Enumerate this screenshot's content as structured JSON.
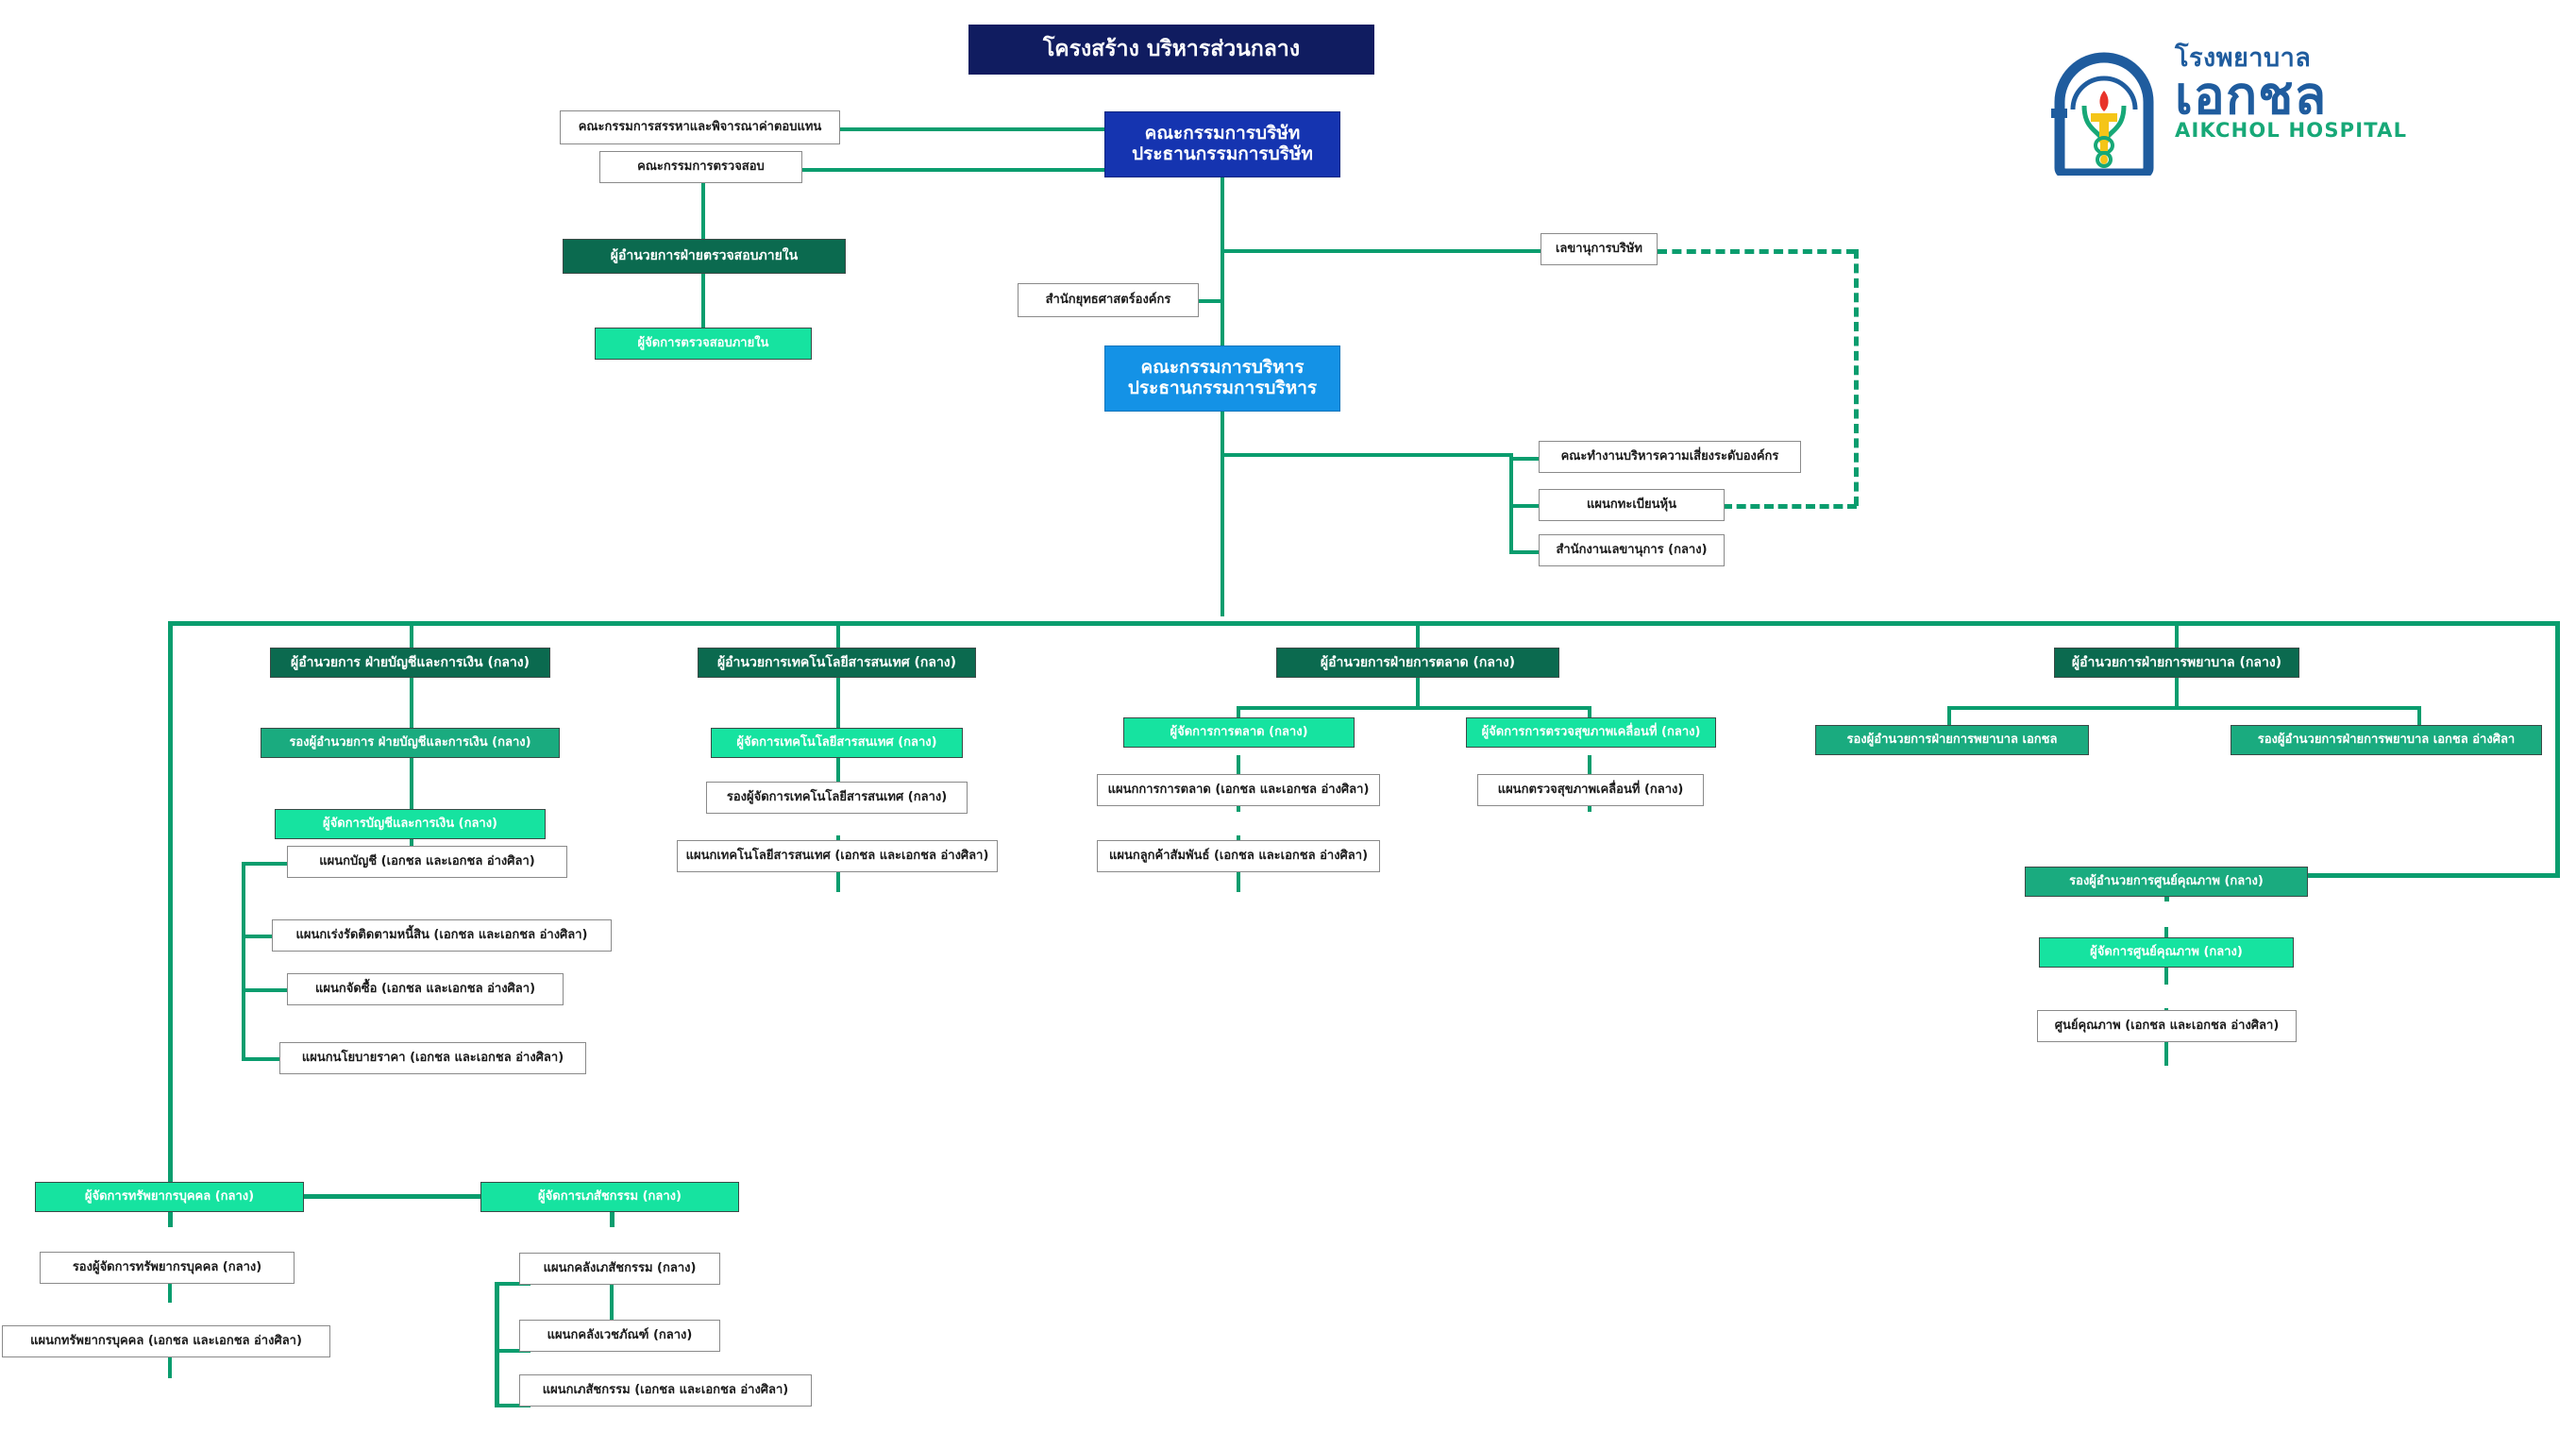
{
  "page": {
    "title": "โครงสร้าง บริหารส่วนกลาง",
    "accent_green": "#0a9d6e",
    "dark_green": "#0b6a4f",
    "mid_green": "#1aab7f",
    "light_green": "#16e3a0",
    "board_blue": "#1534b0",
    "exec_blue": "#1492e6",
    "title_navy": "#101c60"
  },
  "logo": {
    "thai_line1": "โรงพยาบาล",
    "thai_line2": "เอกชล",
    "english": "AIKCHOL HOSPITAL",
    "mark_name": "aikchol-caduceus-arch-mark"
  },
  "nodes": {
    "nomination_committee": "คณะกรรมการสรรหาและพิจารณาค่าตอบแทน",
    "audit_committee": "คณะกรรมการตรวจสอบ",
    "internal_audit_director": "ผู้อำนวยการฝ่ายตรวจสอบภายใน",
    "internal_audit_manager": "ผู้จัดการตรวจสอบภายใน",
    "board_of_directors": "คณะกรรมการบริษัท\nประธานกรรมการบริษัท",
    "board_line1": "คณะกรรมการบริษัท",
    "board_line2": "ประธานกรรมการบริษัท",
    "corporate_strategy_office": "สำนักยุทธศาสตร์องค์กร",
    "company_secretary": "เลขานุการบริษัท",
    "executive_committee_line1": "คณะกรรมการบริหาร",
    "executive_committee_line2": "ประธานกรรมการบริหาร",
    "risk_management_working_group": "คณะทำงานบริหารความเสี่ยงระดับองค์กร",
    "share_registrar_dept": "แผนกทะเบียนหุ้น",
    "secretariat_office_central": "สำนักงานเลขานุการ (กลาง)",
    "finance_director": "ผู้อำนวยการ ฝ่ายบัญชีและการเงิน (กลาง)",
    "finance_deputy_director": "รองผู้อำนวยการ ฝ่ายบัญชีและการเงิน (กลาง)",
    "finance_manager": "ผู้จัดการบัญชีและการเงิน (กลาง)",
    "accounting_dept": "แผนกบัญชี (เอกชล และเอกชล อ่างศิลา)",
    "debt_collection_dept": "แผนกเร่งรัดติดตามหนี้สิน (เอกชล และเอกชล อ่างศิลา)",
    "procurement_dept": "แผนกจัดซื้อ (เอกชล และเอกชล อ่างศิลา)",
    "pricing_policy_dept": "แผนกนโยบายราคา (เอกชล และเอกชล อ่างศิลา)",
    "it_director": "ผู้อำนวยการเทคโนโลยีสารสนเทศ (กลาง)",
    "it_manager": "ผู้จัดการเทคโนโลยีสารสนเทศ (กลาง)",
    "it_deputy_manager": "รองผู้จัดการเทคโนโลยีสารสนเทศ (กลาง)",
    "it_dept": "แผนกเทคโนโลยีสารสนเทศ (เอกชล และเอกชล อ่างศิลา)",
    "marketing_director": "ผู้อำนวยการฝ่ายการตลาด (กลาง)",
    "marketing_manager": "ผู้จัดการการตลาด (กลาง)",
    "mobile_health_check_manager": "ผู้จัดการการตรวจสุขภาพเคลื่อนที่ (กลาง)",
    "marketing_dept": "แผนกการการตลาด (เอกชล และเอกชล อ่างศิลา)",
    "customer_relations_dept": "แผนกลูกค้าสัมพันธ์ (เอกชล และเอกชล อ่างศิลา)",
    "mobile_health_check_dept": "แผนกตรวจสุขภาพเคลื่อนที่ (กลาง)",
    "nursing_director": "ผู้อำนวยการฝ่ายการพยาบาล (กลาง)",
    "nursing_deputy_aikchol": "รองผู้อำนวยการฝ่ายการพยาบาล เอกชล",
    "nursing_deputy_angsila": "รองผู้อำนวยการฝ่ายการพยาบาล เอกชล อ่างศิลา",
    "quality_deputy_director": "รองผู้อำนวยการศูนย์คุณภาพ (กลาง)",
    "quality_manager": "ผู้จัดการศูนย์คุณภาพ (กลาง)",
    "quality_center": "ศูนย์คุณภาพ (เอกชล และเอกชล อ่างศิลา)",
    "hr_manager": "ผู้จัดการทรัพยากรบุคคล (กลาง)",
    "hr_deputy_manager": "รองผู้จัดการทรัพยากรบุคคล (กลาง)",
    "hr_dept": "แผนกทรัพยากรบุคคล (เอกชล และเอกชล อ่างศิลา)",
    "pharmacy_manager": "ผู้จัดการเภสัชกรรม (กลาง)",
    "pharmacy_store_dept": "แผนกคลังเภสัชกรรม (กลาง)",
    "medical_supplies_store_dept": "แผนกคลังเวชภัณฑ์ (กลาง)",
    "pharmacy_dept": "แผนกเภสัชกรรม (เอกชล และเอกชล อ่างศิลา)"
  }
}
